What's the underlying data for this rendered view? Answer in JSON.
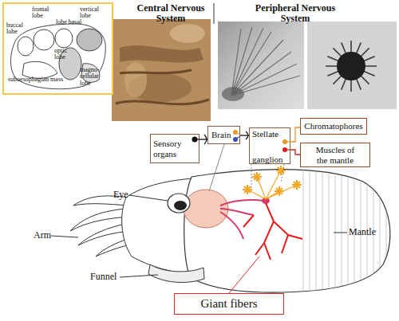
{
  "diagram": {
    "nodes": [
      {
        "text": [
          "Sensory organs"
        ]
      },
      {
        "text": [
          "Brain"
        ]
      },
      {
        "text": [
          "Stellate ganglion"
        ]
      },
      {
        "text": [
          "Chromatophores"
        ]
      },
      {
        "text": [
          "Muscles of the mantle"
        ]
      },
      {
        "text": [
          "Giant fibers"
        ]
      }
    ],
    "edges": [
      {
        "from": 0,
        "to": 1,
        "arrow": "none"
      },
      {
        "from": 1,
        "to": 2,
        "arrow": "none"
      },
      {
        "from": 2,
        "to": 3,
        "arrow": "none"
      },
      {
        "from": 2,
        "to": 4,
        "arrow": "none"
      }
    ],
    "labels": [
      "buccal lobe",
      "frontal lobe",
      "vertical lobe",
      "lobe basal",
      "optic lobe",
      "suboesophagian mass",
      "magno-cellular lobe",
      "Central Nervous System",
      "Peripheral Nervous System",
      "Eye",
      "Arm",
      "Funnel",
      "Mantle"
    ]
  }
}
